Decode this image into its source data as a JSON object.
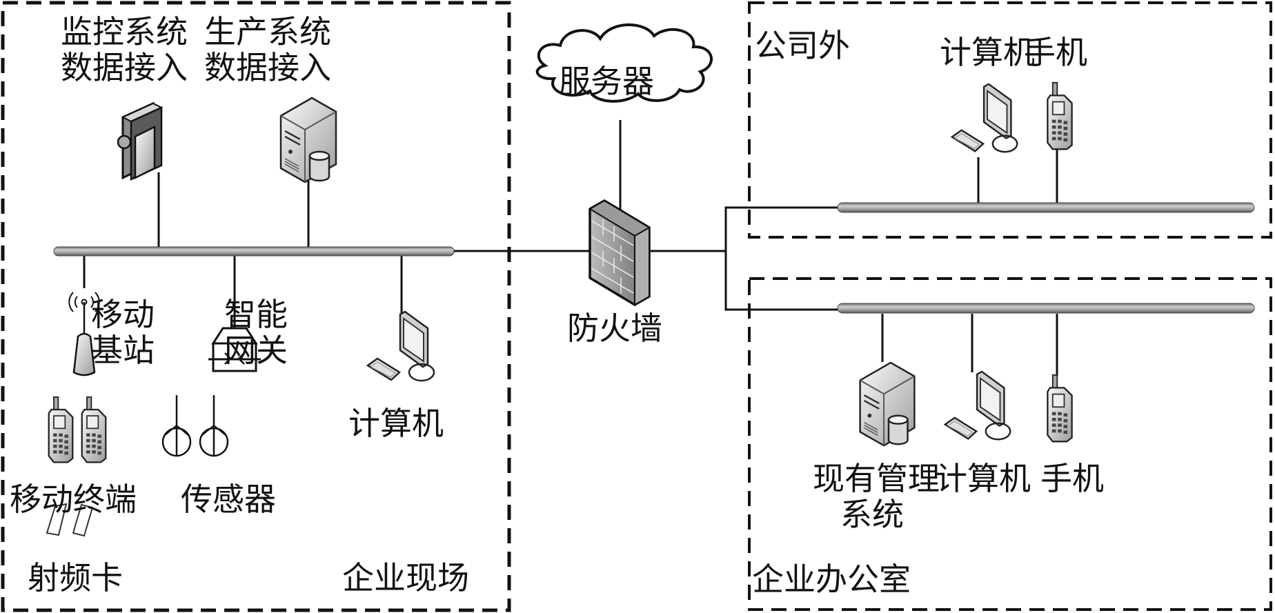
{
  "title": "企业网络架构示意图",
  "zones": {
    "site": {
      "label": "企业现场"
    },
    "outside": {
      "label": "公司外"
    },
    "office": {
      "label": "企业办公室"
    }
  },
  "center": {
    "server_cloud": {
      "label": "服务器"
    },
    "firewall": {
      "label": "防火墙"
    }
  },
  "site_nodes": {
    "monitor": {
      "line1": "监控系统",
      "line2": "数据接入",
      "icon": "video-camera-icon"
    },
    "production": {
      "line1": "生产系统",
      "line2": "数据接入",
      "icon": "server-icon"
    },
    "base_station": {
      "line1": "移动",
      "line2": "基站",
      "icon": "antenna-icon"
    },
    "gateway": {
      "line1": "智能",
      "line2": "网关",
      "icon": "gateway-icon"
    },
    "computer": {
      "label": "计算机",
      "icon": "computer-icon"
    },
    "mobile_terminal": {
      "label": "移动终端",
      "icon": "handset-icon"
    },
    "sensor": {
      "label": "传感器",
      "icon": "sensor-icon"
    },
    "rf_card": {
      "label": "射频卡",
      "icon": "rfid-card-icon"
    }
  },
  "outside_nodes": {
    "computer": {
      "label": "计算机",
      "icon": "computer-icon"
    },
    "phone": {
      "label": "手机",
      "icon": "mobile-phone-icon"
    }
  },
  "office_nodes": {
    "mgmt_system": {
      "line1": "现有管理",
      "line2": "系统",
      "icon": "server-icon"
    },
    "computer": {
      "label": "计算机",
      "icon": "computer-icon"
    },
    "phone": {
      "label": "手机",
      "icon": "mobile-phone-icon"
    }
  },
  "colors": {
    "line": "#111111",
    "bus": "#8a8a8a",
    "icon_fill": "#d9d9d9"
  }
}
